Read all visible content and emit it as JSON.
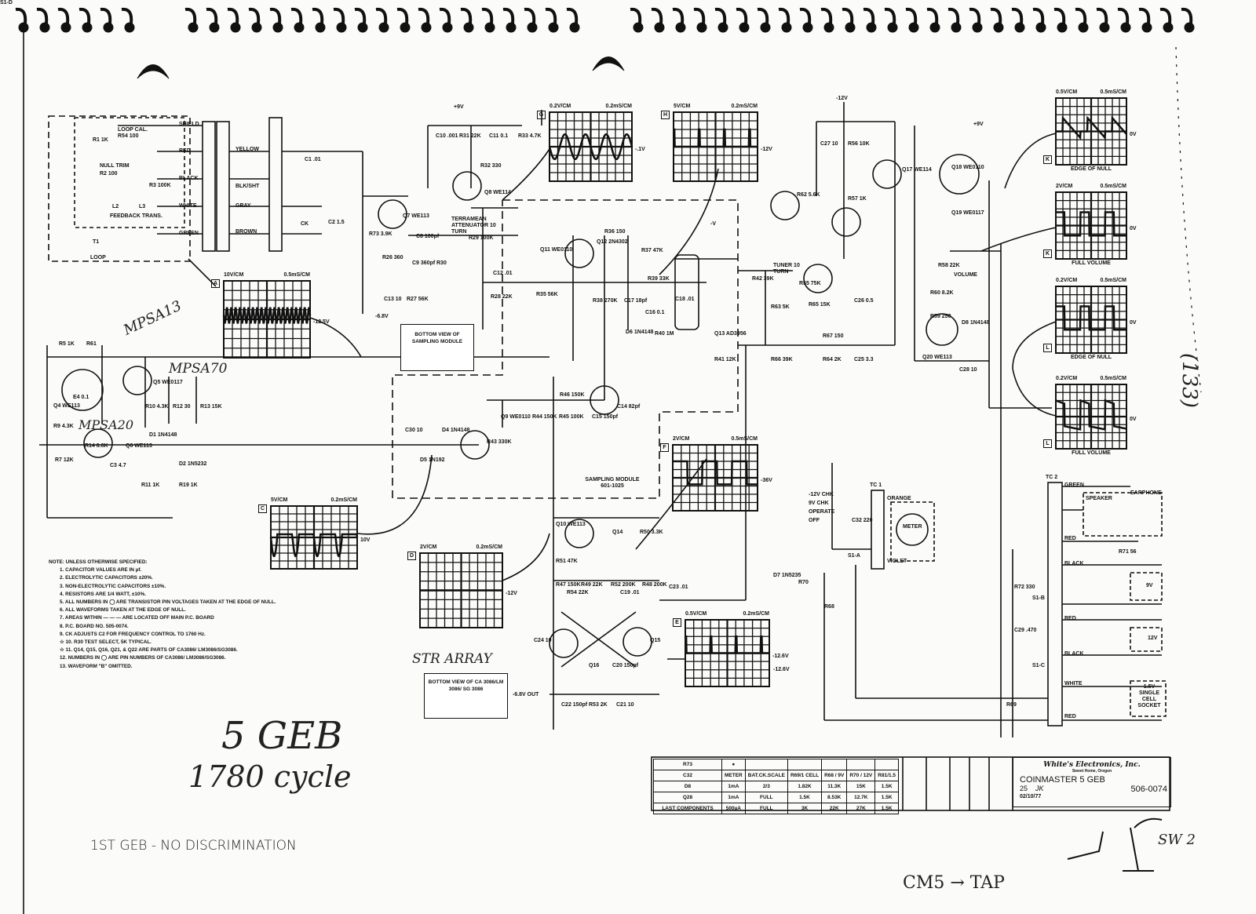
{
  "drawing": {
    "product": "COINMASTER 5 GEB",
    "company": "White's Electronics, Inc.",
    "company_address": "Sweet Home, Oregon",
    "drawing_number": "506-0074",
    "scale": "25",
    "date": "02/10/77",
    "drawn_by": "JK"
  },
  "scopes": [
    {
      "letter": "G",
      "vdiv": "0.2V/CM",
      "tdiv": "0.2mS/CM",
      "level": "-.1V",
      "caption": "",
      "wave": "sine"
    },
    {
      "letter": "H",
      "vdiv": "5V/CM",
      "tdiv": "0.2mS/CM",
      "level": "-12V",
      "caption": "",
      "wave": "spikes"
    },
    {
      "letter": "A",
      "vdiv": "10V/CM",
      "tdiv": "0.5mS/CM",
      "level": "-12.5V",
      "caption": "",
      "wave": "dense"
    },
    {
      "letter": "C",
      "vdiv": "5V/CM",
      "tdiv": "0.2mS/CM",
      "level": "10V",
      "caption": "",
      "wave": "dips"
    },
    {
      "letter": "D",
      "vdiv": "2V/CM",
      "tdiv": "0.2mS/CM",
      "level": "-12V",
      "caption": "",
      "wave": "flat"
    },
    {
      "letter": "F",
      "vdiv": "2V/CM",
      "tdiv": "0.5mS/CM",
      "level": "-36V",
      "caption": "",
      "wave": "ramp"
    },
    {
      "letter": "E",
      "vdiv": "0.5V/CM",
      "tdiv": "0.2mS/CM",
      "level": "-12.6V",
      "caption": "",
      "wave": "spikes"
    },
    {
      "letter": "K",
      "vdiv": "0.5V/CM",
      "tdiv": "0.5mS/CM",
      "level": "0V",
      "caption": "EDGE OF NULL",
      "wave": "saw"
    },
    {
      "letter": "K",
      "vdiv": "2V/CM",
      "tdiv": "0.5mS/CM",
      "level": "0V",
      "caption": "FULL VOLUME",
      "wave": "square"
    },
    {
      "letter": "L",
      "vdiv": "0.2V/CM",
      "tdiv": "0.5mS/CM",
      "level": "0V",
      "caption": "EDGE OF NULL",
      "wave": "square"
    },
    {
      "letter": "L",
      "vdiv": "0.2V/CM",
      "tdiv": "0.5mS/CM",
      "level": "0V",
      "caption": "FULL VOLUME",
      "wave": "tilt"
    }
  ],
  "notes": {
    "heading": "NOTE: UNLESS OTHERWISE SPECIFIED:",
    "items": [
      "1. CAPACITOR VALUES ARE IN µf.",
      "2. ELECTROLYTIC CAPACITORS ±20%.",
      "3. NON-ELECTROLYTIC CAPACITORS ±10%.",
      "4. RESISTORS ARE 1/4 WATT, ±10%.",
      "5. ALL NUMBERS IN ◯ ARE TRANSISTOR PIN VOLTAGES TAKEN AT THE EDGE OF NULL.",
      "6. ALL WAVEFORMS TAKEN AT THE EDGE OF NULL.",
      "7. AREAS WITHIN — — — ARE LOCATED OFF MAIN P.C. BOARD",
      "8. P.C. BOARD NO. 505-0074.",
      "9. CK ADJUSTS C2 FOR FREQUENCY CONTROL TO 1760 Hz.",
      "☆ 10. R30 TEST SELECT, 5K TYPICAL.",
      "☆ 11. Q14, Q15, Q16, Q21, & Q22 ARE PARTS OF CA3086/ LM3086/SG3086.",
      "12. NUMBERS IN ◯ ARE PIN NUMBERS OF CA3086/ LM3086/SG3086.",
      "13. WAVEFORM \"B\" OMITTED."
    ]
  },
  "component_table": {
    "rows": [
      [
        "R73",
        "●",
        "",
        "",
        "",
        "",
        ""
      ],
      [
        "C32",
        "METER",
        "BAT.CK.SCALE",
        "R69/1 CELL",
        "R68 / 9V",
        "R70 / 12V",
        "R81/1.5"
      ],
      [
        "D8",
        "1mA",
        "2/3",
        "1.82K",
        "11.3K",
        "15K",
        "1.5K"
      ],
      [
        "Q28",
        "1mA",
        "FULL",
        "1.5K",
        "8.53K",
        "12.7K",
        "1.5K"
      ],
      [
        "LAST COMPONENTS",
        "500µA",
        "FULL",
        "3K",
        "22K",
        "27K",
        "1.5K"
      ]
    ]
  },
  "boxes": {
    "sampling_bottom": "BOTTOM VIEW OF SAMPLING MODULE",
    "sampling_module": "SAMPLING MODULE 601-1025",
    "array_bottom": "BOTTOM VIEW OF CA 3086/LM 3086/ SG 3086",
    "loop": "LOOP",
    "loop_cal": "LOOP CAL.",
    "null_trim": "NULL TRIM",
    "feedback_trans": "FEEDBACK TRANS.",
    "attenuator": "TERRAMEAN ATTENUATOR 10 TURN",
    "tuner": "TUNER 10 TURN",
    "meter": "METER",
    "speaker": "SPEAKER",
    "earphone": "EARPHONE",
    "volume": "VOLUME",
    "battery_9v": "9V",
    "battery_12v": "12V",
    "cell": "1.5V SINGLE CELL SOCKET",
    "tc1": "TC 1",
    "tc2": "TC 2",
    "switch_labels": [
      "-12V CHK",
      "9V CHK",
      "OPERATE",
      "OFF"
    ],
    "wire_colors": [
      "GREEN",
      "RED",
      "BLACK",
      "RED",
      "BLACK",
      "WHITE",
      "RED"
    ],
    "tc1_colors": [
      "ORANGE",
      "VIOLET"
    ],
    "loop_wires": [
      "SHIELD",
      "RED",
      "BLACK",
      "WHITE",
      "GREEN"
    ],
    "cable_wires": [
      "YELLOW",
      "BLK/SHT",
      "GRAY",
      "BROWN"
    ]
  },
  "components": [
    "R1 1K",
    "R54 100",
    "R2 100",
    "R3 100K",
    "L2",
    "L3",
    "T1",
    "C1 .01",
    "CK",
    "C2 1.5",
    "C10 .001",
    "R31 22K",
    "C11 0.1",
    "R33 4.7K",
    "R32 330",
    "Q8 WE114",
    "Q7 WE113",
    "R73 3.9K",
    "R26 360",
    "C8 100pf",
    "C9 360pf",
    "R30",
    "R29 100K",
    "C13 10",
    "R27 56K",
    "C12 .01",
    "R28 22K",
    "Q11 WE0110",
    "R36 150",
    "Q12 2N4302",
    "R37 47K",
    "R35 56K",
    "R38 270K",
    "C17 18pf",
    "D6 1N4148",
    "R39 33K",
    "C16 0.1",
    "R40 1M",
    "C18 .01",
    "Q13 AD3956",
    "R41 12K",
    "R42 39K",
    "R63 5K",
    "R66 39K",
    "R55 75K",
    "R65 15K",
    "C26 0.5",
    "R67 150",
    "R64 2K",
    "C25 3.3",
    "C27 10",
    "R56 10K",
    "R57 1K",
    "R62 5.6K",
    "Q17 WE114",
    "Q18 WE0110",
    "Q19 WE0117",
    "R58 22K",
    "R59 250",
    "R60 8.2K",
    "D8 1N4148",
    "Q20 WE113",
    "C28 10",
    "R61",
    "R5 1K",
    "E4 0.1",
    "Q5 WE0117",
    "Q4 WE113",
    "R9 4.3K",
    "R10 4.3K",
    "R12 30",
    "R13 15K",
    "R14 8.6K",
    "Q6 WE113",
    "D1 1N4148",
    "R7 12K",
    "C3 4.7",
    "R11 1K",
    "D2 1N5232",
    "R19 1K",
    "C30 10",
    "D4 1N4148",
    "D5 1N192",
    "R43 330K",
    "Q9 WE0110",
    "R44 150K",
    "R45 100K",
    "C15 150pf",
    "R46 150K",
    "C14 82pf",
    "Q10 WE113",
    "Q14",
    "R50 3.3K",
    "R51 47K",
    "R47 150K",
    "R49 22K",
    "R52 200K",
    "R48 200K",
    "R54 22K",
    "C19 .01",
    "C23 .01",
    "C24 10",
    "Q15",
    "Q16",
    "C20 150pf",
    "C22 150pf",
    "R53 2K",
    "C21 10",
    "D7 1N5235",
    "R70",
    "R68",
    "R69",
    "R71 56",
    "R72 330",
    "C29 .470",
    "C32 220",
    "S1-A",
    "S1-B",
    "S1-C",
    "S1-D"
  ],
  "rails": [
    "+9V",
    "-12V",
    "-6.8V",
    "+9V",
    "-V",
    "-12.6V",
    "-6.8V OUT"
  ],
  "handwriting": {
    "model": "5 GEB",
    "freq": "1780 cycle",
    "note": "1ST GEB - NO DISCRIMINATION",
    "cm5": "CM5 → TAP",
    "sw": "SW 2",
    "page": "(133)",
    "mpsa13": "MPSA13",
    "mpsa70": "MPSA70",
    "mpsa20": "MPSA20",
    "str_array": "STR ARRAY"
  }
}
